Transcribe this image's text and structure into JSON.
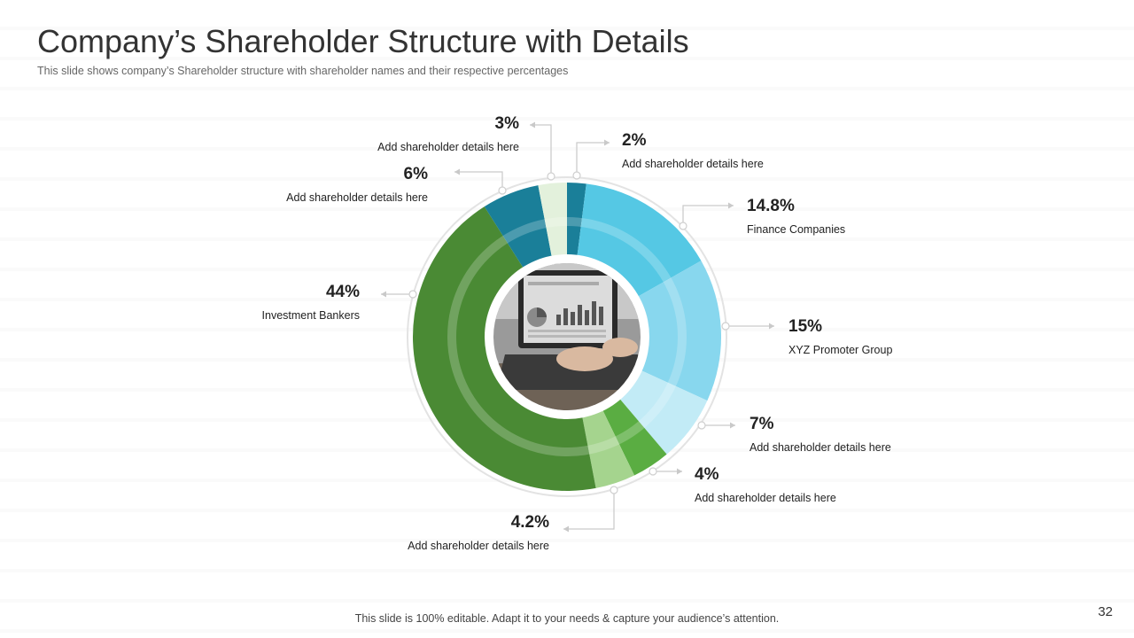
{
  "slide": {
    "title": "Company’s Shareholder Structure with Details",
    "subtitle": "This slide shows company’s Shareholder  structure with shareholder names and their respective percentages",
    "footer": "This slide is 100% editable. Adapt it to your needs & capture your audience’s attention.",
    "page_number": "32"
  },
  "chart_data": {
    "type": "pie",
    "variant": "donut",
    "center_image": "laptop-with-charts-photo",
    "slices": [
      {
        "value_label": "2%",
        "value": 2,
        "label": "Add shareholder details here",
        "color": "#1a7f99"
      },
      {
        "value_label": "14.8%",
        "value": 14.8,
        "label": "Finance Companies",
        "color": "#55c8e4"
      },
      {
        "value_label": "15%",
        "value": 15,
        "label": "XYZ Promoter Group",
        "color": "#88d7ee"
      },
      {
        "value_label": "7%",
        "value": 7,
        "label": "Add shareholder details here",
        "color": "#c2ebf6"
      },
      {
        "value_label": "4%",
        "value": 4,
        "label": "Add shareholder details here",
        "color": "#5aad42"
      },
      {
        "value_label": "4.2%",
        "value": 4.2,
        "label": "Add shareholder details here",
        "color": "#a5d48e"
      },
      {
        "value_label": "44%",
        "value": 44,
        "label": "Investment Bankers",
        "color": "#4a8a34"
      },
      {
        "value_label": "6%",
        "value": 6,
        "label": "Add shareholder details here",
        "color": "#1a7f99"
      },
      {
        "value_label": "3%",
        "value": 3,
        "label": "Add shareholder details here",
        "color": "#e3f1dc"
      }
    ]
  }
}
